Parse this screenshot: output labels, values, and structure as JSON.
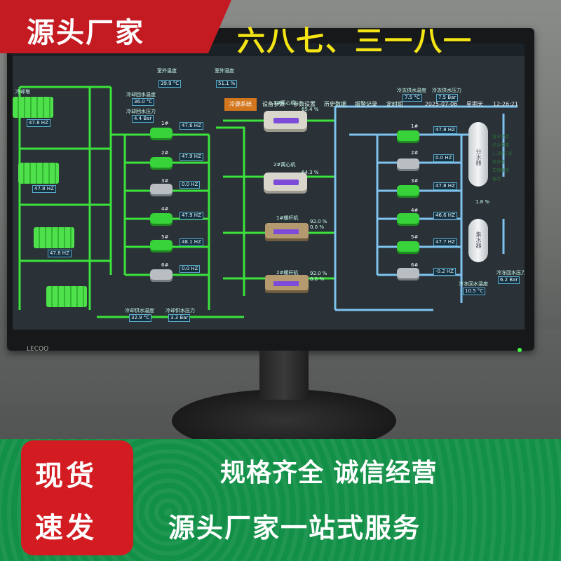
{
  "banners": {
    "top_left": "源头厂家",
    "top_right": "六八七、三一八一",
    "bottom_left_line1": "现货",
    "bottom_left_line2": "速发",
    "slogan1": "规格齐全  诚信经营",
    "slogan2": "源头厂家一站式服务"
  },
  "monitor": {
    "brand": "LECOO"
  },
  "scada": {
    "nav": {
      "tabs": [
        {
          "label": "冷源系统",
          "active": true
        },
        {
          "label": "设备参数"
        },
        {
          "label": "参数设置"
        },
        {
          "label": "历史数据"
        },
        {
          "label": "报警记录"
        },
        {
          "label": "定时组"
        }
      ],
      "date": "2025-07-06",
      "weekday": "星期天",
      "time": "12:26:21"
    },
    "section_label": "冷却塔",
    "top_readouts": [
      {
        "label": "室外温度",
        "value": "39.9 °C"
      },
      {
        "label": "室外湿度",
        "value": "51.1 %"
      }
    ],
    "cooling_return": {
      "label": "冷却回水温度",
      "value": "36.0 °C"
    },
    "cooling_return_pressure": {
      "label": "冷却回水压力",
      "value": "4.4 Bar"
    },
    "cooling_supply": {
      "label": "冷却供水温度",
      "value": "32.9 °C"
    },
    "cooling_supply_pressure": {
      "label": "冷却供水压力",
      "value": "3.3 Bar"
    },
    "tower_freqs": [
      "47.8 HZ",
      "47.8 HZ",
      "47.8 HZ"
    ],
    "cooling_pumps": [
      {
        "num": "1#",
        "freq": "47.6 HZ",
        "running": true
      },
      {
        "num": "2#",
        "freq": "47.9 HZ",
        "running": true
      },
      {
        "num": "3#",
        "freq": "0.0 HZ",
        "running": false
      },
      {
        "num": "4#",
        "freq": "47.9 HZ",
        "running": true
      },
      {
        "num": "5#",
        "freq": "48.1 HZ",
        "running": true
      },
      {
        "num": "6#",
        "freq": "0.0 HZ",
        "running": false
      }
    ],
    "chillers": [
      {
        "name": "1#离心机",
        "load": "65.4 %"
      },
      {
        "name": "2#离心机",
        "load": "64.3 %"
      },
      {
        "name": "1#螺杆机",
        "load": "92.0 %",
        "load2": "0.0 %"
      },
      {
        "name": "2#螺杆机",
        "load": "92.0 %",
        "load2": "0.0 %"
      }
    ],
    "chilled_supply": {
      "label": "冷冻供水温度",
      "value": "7.5 °C"
    },
    "chilled_supply_pressure": {
      "label": "冷冻供水压力",
      "value": "7.5 Bar"
    },
    "chilled_return": {
      "label": "冷冻回水温度",
      "value": "10.5 °C"
    },
    "chilled_return_pressure": {
      "label": "冷冻回水压力",
      "value": "6.2 Bar"
    },
    "chilled_pumps": [
      {
        "num": "1#",
        "freq": "47.8 HZ",
        "running": true
      },
      {
        "num": "2#",
        "freq": "0.0 HZ",
        "running": false
      },
      {
        "num": "3#",
        "freq": "47.8 HZ",
        "running": true
      },
      {
        "num": "4#",
        "freq": "46.6 HZ",
        "running": true
      },
      {
        "num": "5#",
        "freq": "47.7 HZ",
        "running": true
      },
      {
        "num": "6#",
        "freq": "-0.2 HZ",
        "running": false
      }
    ],
    "tank_supply": "分水器",
    "tank_return": "集水器",
    "bypass_value": "1.8 %",
    "distribution_branches": [
      "营业厅楼",
      "综合楼楼",
      "1-3楼空调",
      "宿舍楼",
      "车棚备楼",
      "备用"
    ]
  },
  "colors": {
    "active_tab": "#d3761e",
    "pipe_green": "#3be33b",
    "pipe_blue": "#7ec3ee",
    "banner_red": "#c41a21",
    "banner_green": "#129047"
  }
}
